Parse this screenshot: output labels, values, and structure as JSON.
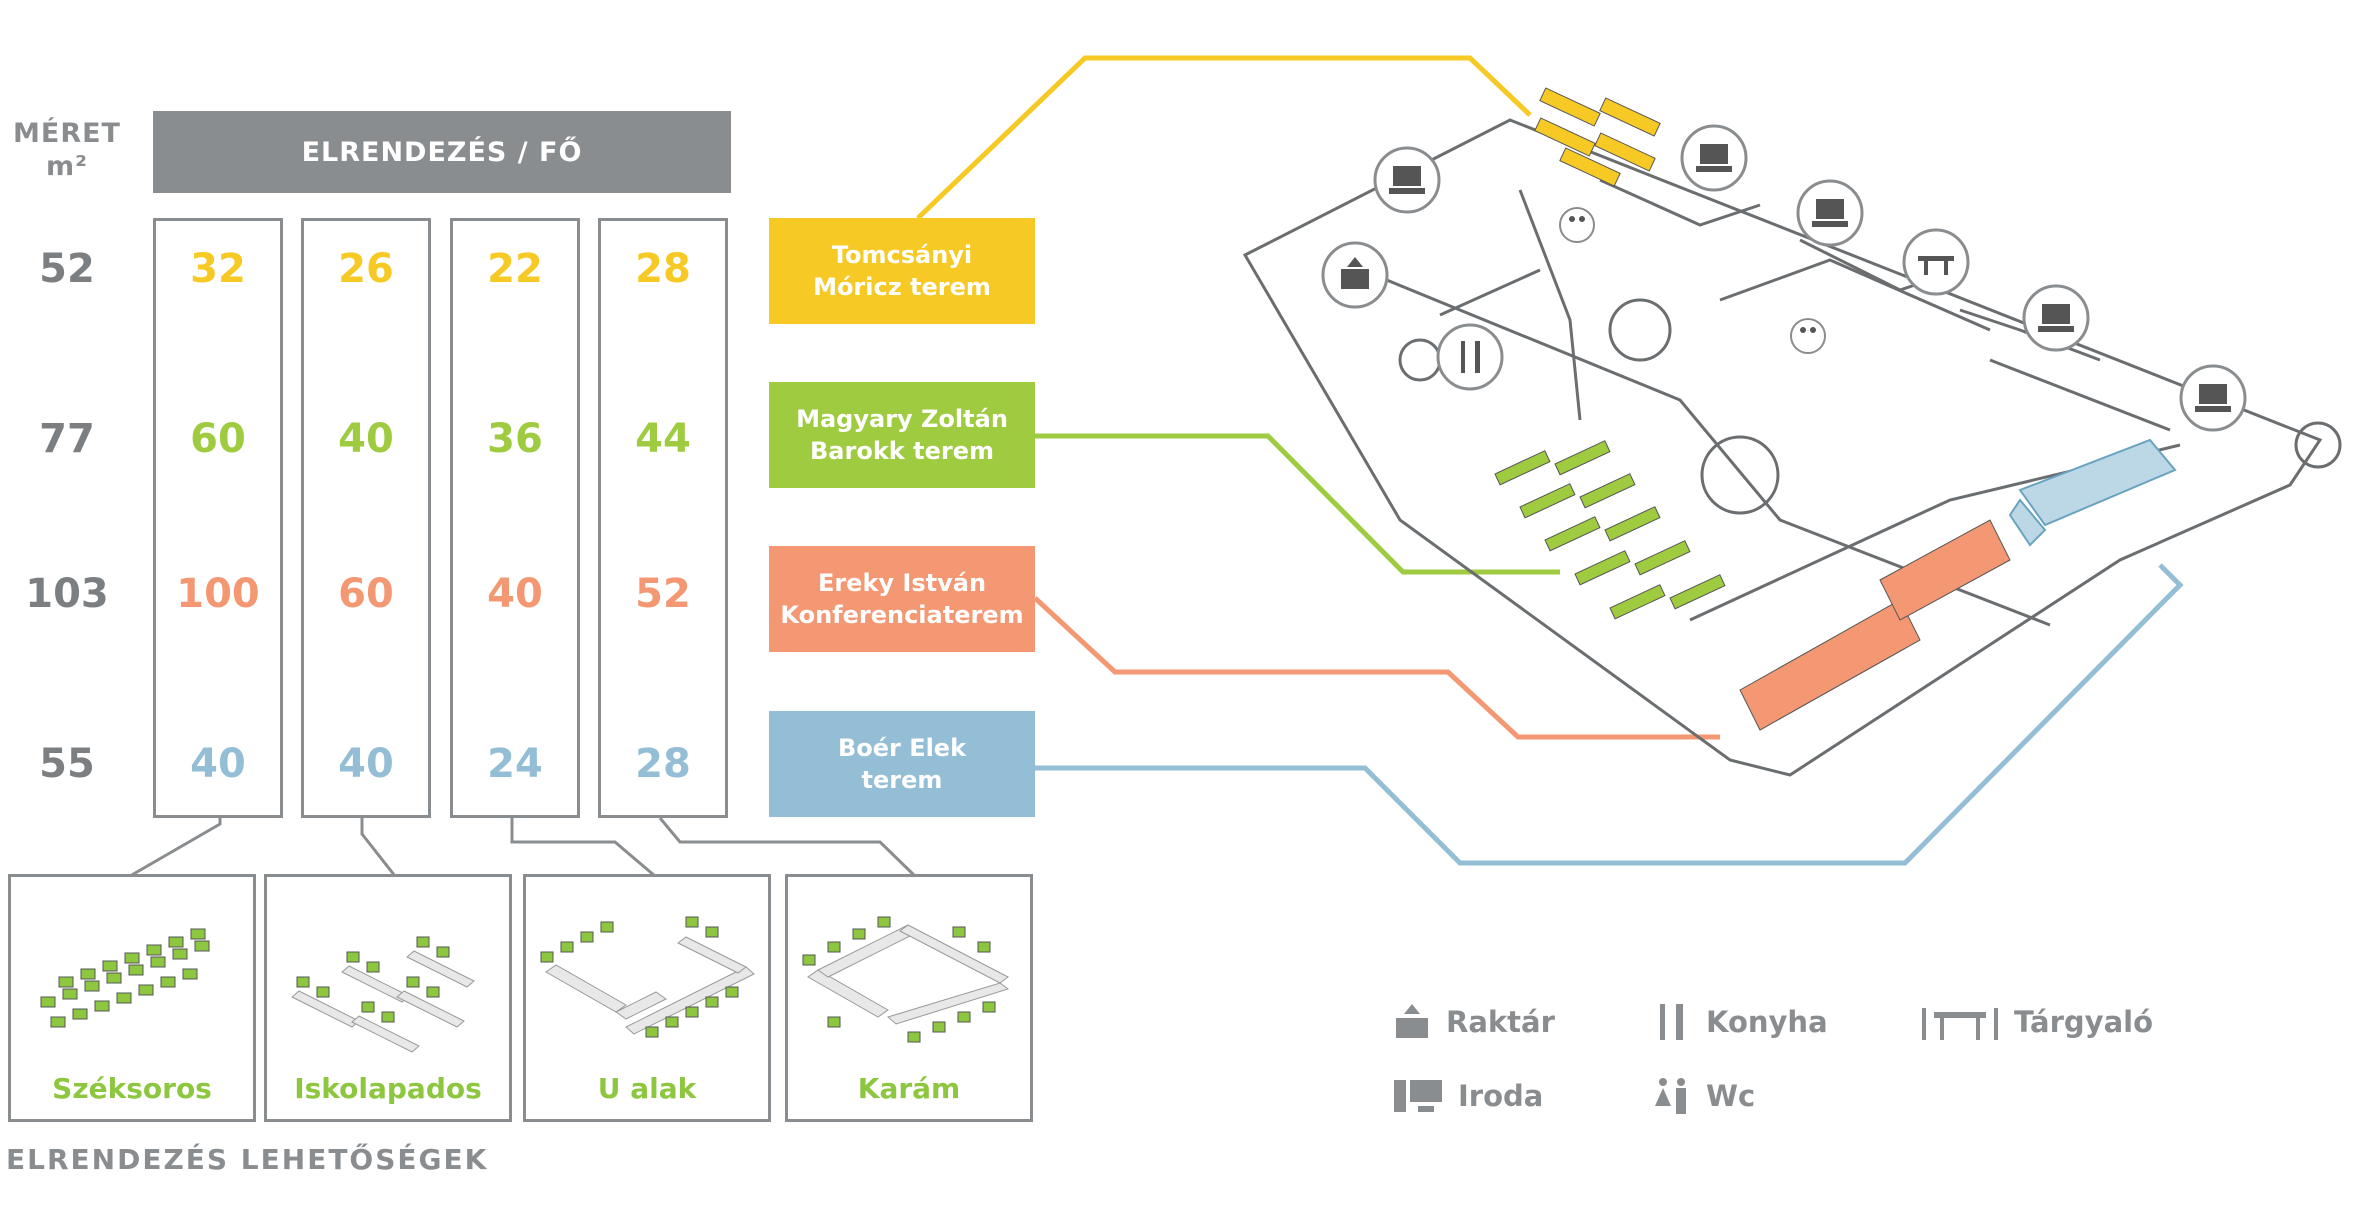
{
  "header": {
    "meret_line1": "MÉRET",
    "meret_line2": "m²",
    "layout_title": "ELRENDEZÉS / FŐ"
  },
  "rows": [
    {
      "size": "52",
      "values": [
        "32",
        "26",
        "22",
        "28"
      ],
      "room_line1": "Tomcsányi",
      "room_line2": "Móricz terem",
      "color": "#f7c924"
    },
    {
      "size": "77",
      "values": [
        "60",
        "40",
        "36",
        "44"
      ],
      "room_line1": "Magyary Zoltán",
      "room_line2": "Barokk terem",
      "color": "#9ecb3f"
    },
    {
      "size": "103",
      "values": [
        "100",
        "60",
        "40",
        "52"
      ],
      "room_line1": "Ereky István",
      "room_line2": "Konferenciaterem",
      "color": "#f39873"
    },
    {
      "size": "55",
      "values": [
        "40",
        "40",
        "24",
        "28"
      ],
      "room_line1": "Boér Elek",
      "room_line2": "terem",
      "color": "#94bed5"
    }
  ],
  "layouts": [
    "Széksoros",
    "Iskolapados",
    "U alak",
    "Karám"
  ],
  "footer": "ELRENDEZÉS LEHETŐSÉGEK",
  "legend": [
    {
      "icon": "storage-box-icon",
      "label": "Raktár"
    },
    {
      "icon": "fork-knife-icon",
      "label": "Konyha"
    },
    {
      "icon": "meeting-table-icon",
      "label": "Tárgyaló"
    },
    {
      "icon": "computer-icon",
      "label": "Iroda"
    },
    {
      "icon": "restroom-icon",
      "label": "Wc"
    }
  ],
  "colors": {
    "grey": "#8a8d8f",
    "chair_green": "#8dc63f"
  }
}
